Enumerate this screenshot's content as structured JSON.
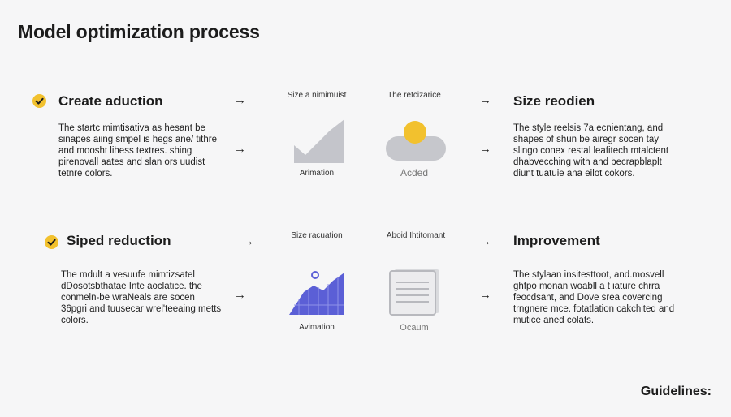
{
  "title": "Model optimization process",
  "footer": "Guidelines:",
  "arrow_glyph": "→",
  "colors": {
    "accent": "#f2c12e",
    "gray_shape": "#c4c5cb",
    "blue_shape": "#5b5fd6",
    "text": "#1c1c1c"
  },
  "rows": [
    {
      "left": {
        "icon": "check-circle-icon",
        "heading": "Create aduction",
        "description": "The startc mimtisativa as hesant be sinapes aiing smpel is hegs ane/ tithre and moosht lihess textres. shing pirenovall aates and slan ors uudist tetnre colors."
      },
      "captions": {
        "top_left": "Size a nimimuist",
        "top_right": "The retcizarice",
        "bottom_left": "Arimation",
        "bottom_right": "Acded"
      },
      "icons": {
        "left": "chart-mountain-icon",
        "right": "sun-cloud-icon"
      },
      "right": {
        "heading": "Size reodien",
        "description": "The style reelsis 7a ecnientang, and shapes of shun be airegr socen tay slingo conex restal leafitech mtalctent dhabvecching with and becrapblaplt diunt tuatuie ana eilot cokors."
      }
    },
    {
      "left": {
        "icon": "check-circle-icon",
        "heading": "Siped reduction",
        "description": "The mdult a vesuufe mimtizsatel dDosotsbthatae Inte aoclatice. the conmeln-be wraNeals are socen 36pgri and tuusecar wrel'teeaing metts colors."
      },
      "captions": {
        "top_left": "Size racuation",
        "top_right": "Aboid Ihtitomant",
        "bottom_left": "Avimation",
        "bottom_right": "Ocaum"
      },
      "icons": {
        "left": "chart-bars-area-icon",
        "right": "document-window-icon"
      },
      "right": {
        "heading": "Improvement",
        "description": "The stylaan insitesttoot, and.mosvell ghfpo monan woabll a t iature chrra feocdsant, and Dove srea covercing trngnere mce. fotatlation cakchited and mutice aned colats."
      }
    }
  ]
}
